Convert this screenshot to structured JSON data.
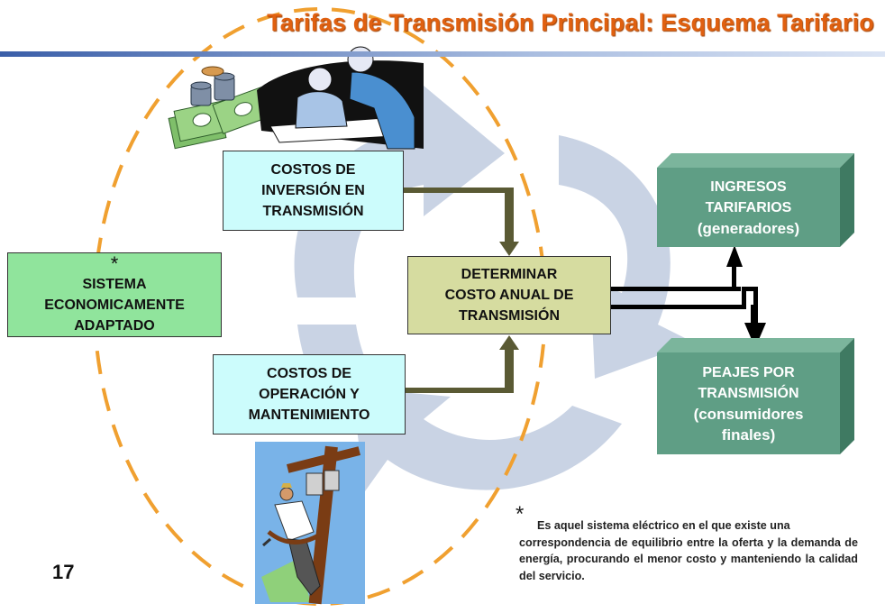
{
  "title": "Tarifas de Transmisión Principal: Esquema Tarifario",
  "boxes": {
    "inversion": [
      "COSTOS DE",
      "INVERSIÓN EN",
      "TRANSMISIÓN"
    ],
    "operacion": [
      "COSTOS DE",
      "OPERACIÓN Y",
      "MANTENIMIENTO"
    ],
    "sistema": {
      "star": "*",
      "lines": [
        "SISTEMA",
        "ECONOMICAMENTE",
        "ADAPTADO"
      ]
    },
    "determinar": [
      "DETERMINAR",
      "COSTO ANUAL DE",
      "TRANSMISIÓN"
    ],
    "ingresos": {
      "lines": [
        "INGRESOS",
        "TARIFARIOS"
      ],
      "paren": "(generadores)"
    },
    "peajes": {
      "lines": [
        "PEAJES POR",
        "TRANSMISIÓN"
      ],
      "paren1": "(consumidores",
      "paren2": "finales)"
    }
  },
  "note": {
    "star": "*",
    "line1": "Es aquel sistema eléctrico en el que existe una",
    "rest": "correspondencia de equilibrio entre la oferta  y la demanda de energía, procurando el menor costo y manteniendo la calidad del servicio."
  },
  "slide_number": "17",
  "colors": {
    "title": "#e06010",
    "ellipse_dash": "#f0a030",
    "cycle_arrows": "#c9d3e4",
    "connector": "#5a5a34",
    "teal_box": "#5f9e85"
  },
  "icons": [
    "money-stacks-icon",
    "office-workers-clipart-icon",
    "lineman-on-pole-clipart-icon"
  ]
}
